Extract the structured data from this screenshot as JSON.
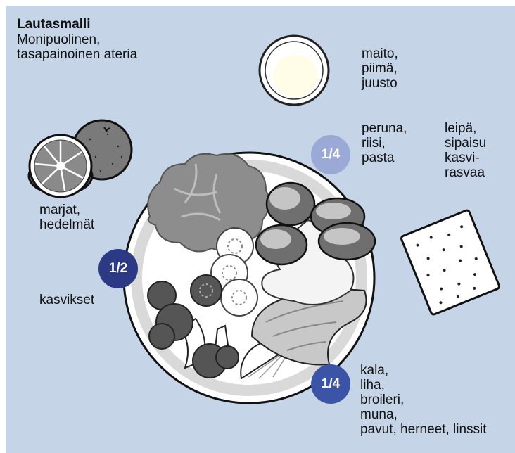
{
  "title": "Lautasmalli",
  "subtitle": "Monipuolinen,\ntasapainoinen ateria",
  "labels": {
    "dairy": "maito,\npiimä,\njuusto",
    "starch": "peruna,\nriisi,\npasta",
    "bread": "leipä,\nsipaisu\nkasvi-\nrasvaa",
    "fruit": "marjat,\nhedelmät",
    "vegetables": "kasvikset",
    "protein": "kala,\nliha,\nbroileri,\nmuna,\npavut, herneet, linssit"
  },
  "portions": {
    "vegetables": "1/2",
    "starch": "1/4",
    "protein": "1/4"
  },
  "colors": {
    "background": "#c6d4e8",
    "badge_half": "#2c3a86",
    "badge_quarter_light": "#9aa9d6",
    "badge_quarter_dark": "#3c54a8"
  },
  "icons": [
    "milk-glass-icon",
    "orange-icon",
    "crispbread-icon",
    "plate-icon",
    "lettuce-icon",
    "broccoli-icon",
    "cucumber-icon",
    "potato-icon",
    "fish-icon",
    "lemon-icon"
  ]
}
